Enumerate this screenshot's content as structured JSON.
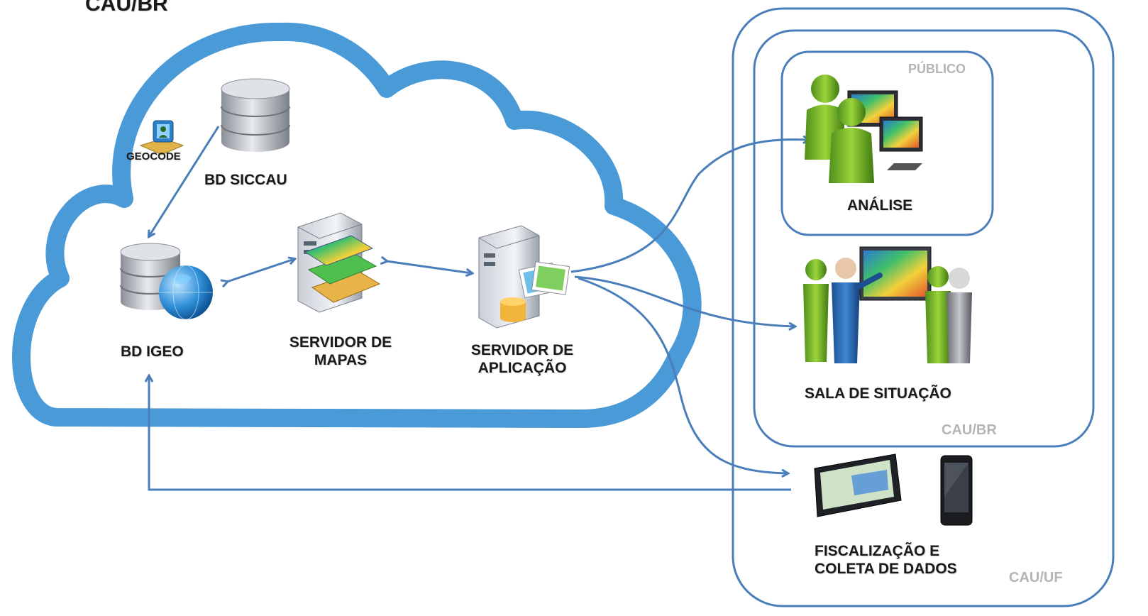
{
  "diagram": {
    "top_title": "CAU/BR",
    "cloud": {
      "geocode_label": "GEOCODE",
      "bd_siccau": "BD SICCAU",
      "bd_igeo": "BD IGEO",
      "servidor_mapas": [
        "SERVIDOR DE",
        "MAPAS"
      ],
      "servidor_aplicacao": [
        "SERVIDOR DE",
        "APLICAÇÃO"
      ]
    },
    "zones": {
      "publico": "PÚBLICO",
      "cau_br": "CAU/BR",
      "cau_uf": "CAU/UF"
    },
    "consumers": {
      "analise": "ANÁLISE",
      "sala_situacao": "SALA DE SITUAÇÃO",
      "fiscalizacao": [
        "FISCALIZAÇÃO E",
        "COLETA DE DADOS"
      ]
    },
    "colors": {
      "cloud": "#4a9ad8",
      "connector": "#4a7ebb",
      "zone_border": "#4a7ebb",
      "zone_label": "#b4b4b4"
    }
  }
}
